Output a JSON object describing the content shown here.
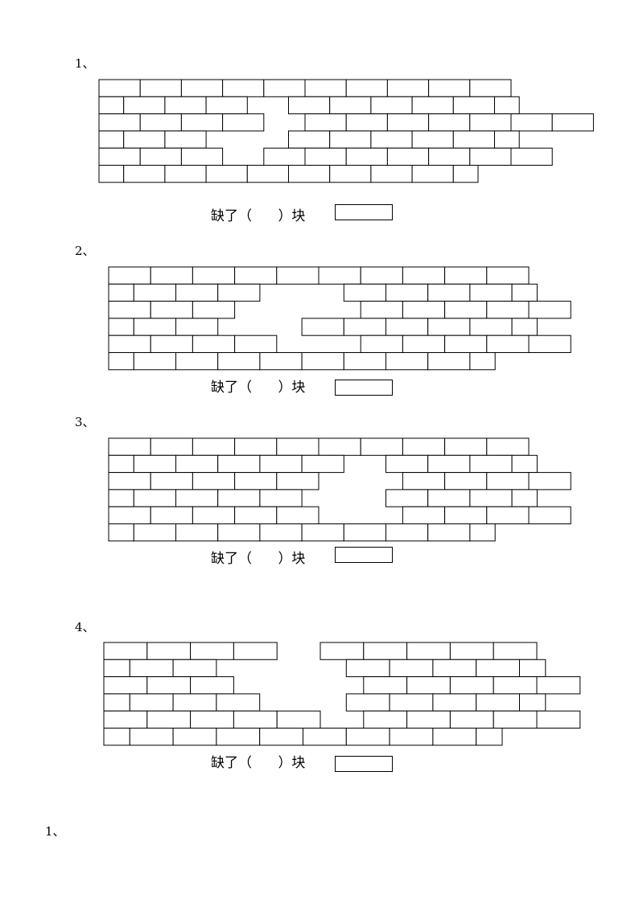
{
  "problems": [
    {
      "number": "1、",
      "prompt_pre": "缺了（",
      "prompt_post": "）块",
      "rows": [
        "1111111111",
        "11110111111",
        "111101111111",
        "11100111111",
        "11101111111",
        "1111111111"
      ]
    },
    {
      "number": "2、",
      "prompt_pre": "缺了（",
      "prompt_post": "）块",
      "rows": [
        "1111111111",
        "11110011111",
        "11100011111",
        "11100111111",
        "11110011111",
        "1111111111"
      ]
    },
    {
      "number": "3、",
      "prompt_pre": "缺了（",
      "prompt_post": "）块",
      "rows": [
        "1111111111",
        "11111101111",
        "11111001111",
        "11111001111",
        "11111001111",
        "1111111111"
      ]
    },
    {
      "number": "4、",
      "prompt_pre": "缺了（",
      "prompt_post": "）块",
      "rows": [
        "1111011111",
        "11100011111",
        "11100011111",
        "11110011111",
        "11111011111",
        "1111111111"
      ]
    }
  ],
  "footer_number": "1、"
}
